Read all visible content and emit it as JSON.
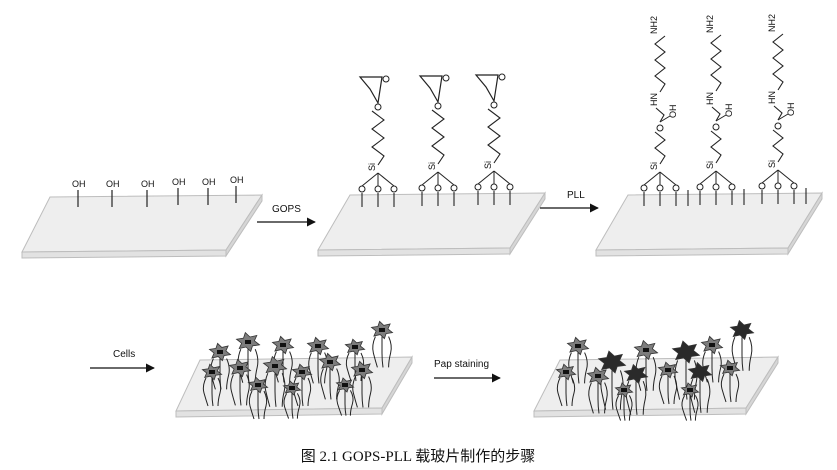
{
  "arrows": {
    "gops": "GOPS",
    "pll": "PLL",
    "cells": "Cells",
    "pap": "Pap staining"
  },
  "groups": {
    "oh": "OH",
    "o": "O",
    "si": "Si",
    "nh2": "NH2",
    "oh_side": "OH",
    "hn": "HN"
  },
  "caption": "图 2.1 GOPS-PLL 载玻片制作的步骤",
  "colors": {
    "slide_fill": "#eeeeee",
    "slide_edge": "#bdbdbd",
    "line": "#222222",
    "cell_gray": "#7d7d7d",
    "cell_dark": "#2a2a2a"
  }
}
